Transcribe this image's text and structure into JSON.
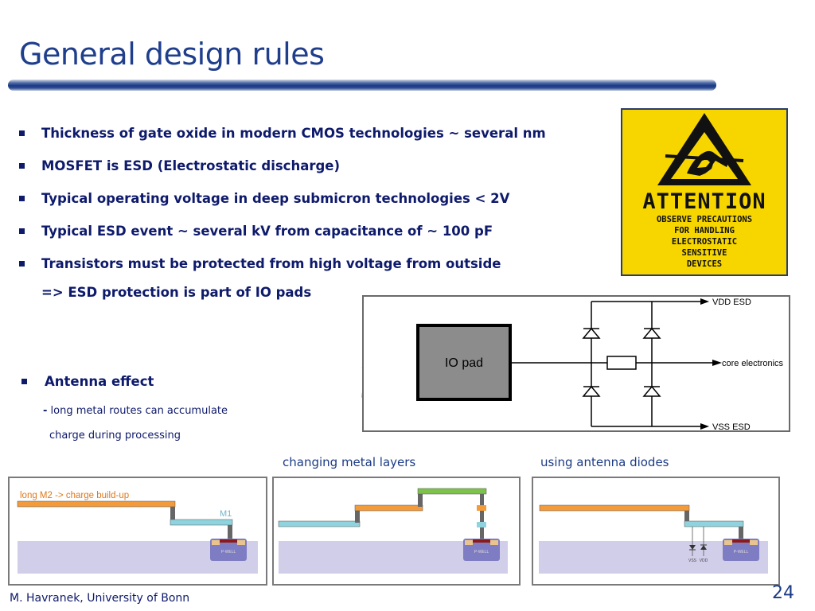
{
  "slide": {
    "title": "General design rules",
    "bullets": [
      "Thickness of gate oxide in modern CMOS technologies ~ several nm",
      "MOSFET is ESD (Electrostatic discharge)",
      "Typical operating voltage in deep submicron technologies  < 2V",
      "Typical ESD event ~ several kV from capacitance of ~ 100 pF",
      "Transistors must be protected from high voltage from outside"
    ],
    "conclusion": "=> ESD protection is part of IO pads",
    "antenna": {
      "heading": "Antenna effect",
      "dash": "-",
      "desc_line1": " long metal routes can accumulate",
      "desc_line2": "charge during processing"
    },
    "footer": "M. Havranek, University of Bonn",
    "page_number": "24"
  },
  "esd_sign": {
    "headline": "ATTENTION",
    "lines": [
      "OBSERVE PRECAUTIONS",
      "FOR HANDLING",
      "ELECTROSTATIC",
      "SENSITIVE",
      "DEVICES"
    ]
  },
  "schematic": {
    "io_pad_label": "IO pad",
    "vdd_label": "VDD ESD",
    "core_label": "core electronics",
    "vss_label": "VSS ESD"
  },
  "antenna_figures": {
    "caption_metal_layers": "changing metal layers",
    "caption_diodes": "using antenna diodes",
    "panel1_annotation": "long M2 -> charge build-up",
    "panel1_m1_label": "M1",
    "well_label": "P-WELL",
    "diode_labels": [
      "VSS",
      "VDD"
    ]
  },
  "colors": {
    "title": "#1f3e8c",
    "body_text": "#0e1a6b",
    "sign_yellow": "#f7d600",
    "metal_m2": "#f39a3a",
    "metal_m1": "#8fd3de",
    "metal_m3": "#7dc24a",
    "substrate": "#d1ceea",
    "lightning": "#f39a3a"
  }
}
